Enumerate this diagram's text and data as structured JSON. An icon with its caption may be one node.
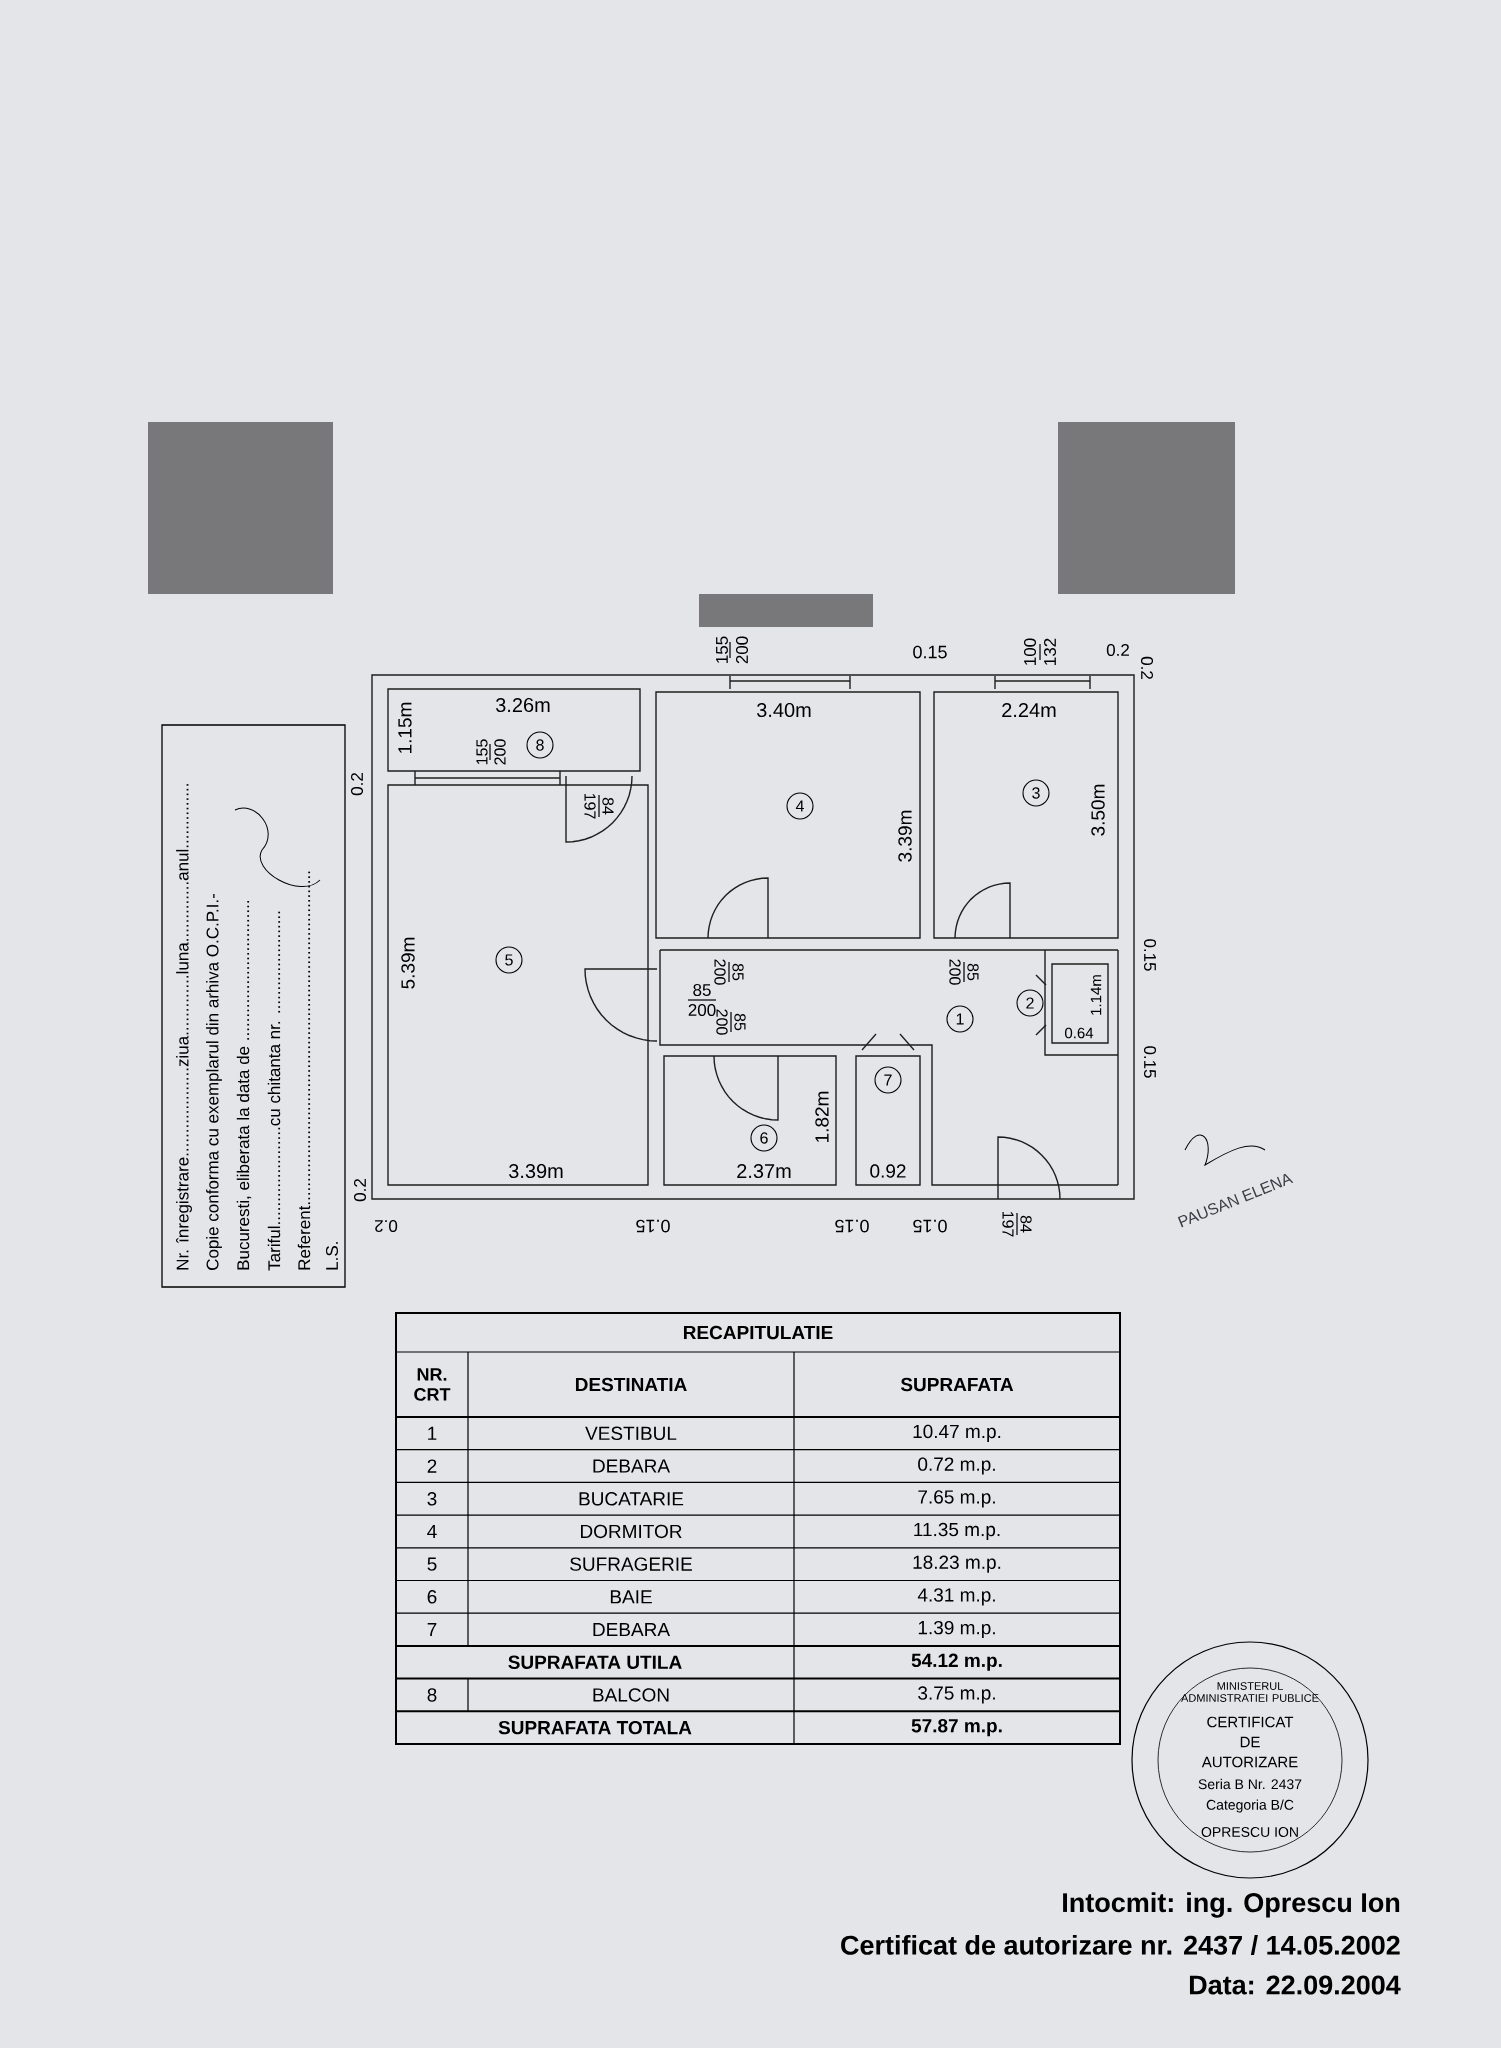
{
  "diagram": {
    "labels": [
      "155",
      "200",
      "0.15",
      "100",
      "132",
      "0.2",
      "0.2",
      "3.26m",
      "1.15m",
      "155",
      "200",
      "8",
      "197",
      "84",
      "0.2",
      "3.40m",
      "4",
      "3.39m",
      "2.24m",
      "3",
      "3.50m",
      "5.39m",
      "5",
      "85",
      "200",
      "200",
      "85",
      "200",
      "85",
      "200",
      "85",
      "1",
      "2",
      "1.14m",
      "0.64",
      "0.15",
      "0.15",
      "7",
      "1.82m",
      "6",
      "2.37m",
      "0.92",
      "197",
      "84",
      "3.39m",
      "0.2",
      "0.15",
      "0.15",
      "0.15",
      "Nr. înregistrare...................ziua.............luna.............anul..............",
      "Copie conforma cu exemplarul din arhiva O.C.P.I.-",
      "Bucuresti, eliberata la data de ..............................",
      "Tariful.....................cu chitanta nr. ......................",
      "Referent.......................................................................",
      "L.S.",
      "0.2",
      "RECAPITULATIE",
      "NR. CRT",
      "DESTINATIA",
      "SUPRAFATA",
      "1",
      "VESTIBUL",
      "10.47 m.p.",
      "2",
      "DEBARA",
      "0.72 m.p.",
      "3",
      "BUCATARIE",
      "7.65 m.p.",
      "4",
      "DORMITOR",
      "11.35 m.p.",
      "5",
      "SUFRAGERIE",
      "18.23 m.p.",
      "6",
      "BAIE",
      "4.31 m.p.",
      "7",
      "DEBARA",
      "1.39 m.p.",
      "SUPRAFATA UTILA",
      "54.12 m.p.",
      "8",
      "BALCON",
      "3.75 m.p.",
      "SUPRAFATA TOTALA",
      "57.87 m.p.",
      "MINISTERUL ADMINISTRATIEI PUBLICE",
      "CERTIFICAT",
      "DE",
      "AUTORIZARE",
      "Seria B Nr. 2437",
      "Categoria B/C",
      "OPRESCU ION",
      "Intocmit: ing. Oprescu Ion",
      "Certificat de autorizare nr. 2437 / 14.05.2002",
      "Data: 22.09.2004",
      "PAUSAN ELENA"
    ]
  }
}
